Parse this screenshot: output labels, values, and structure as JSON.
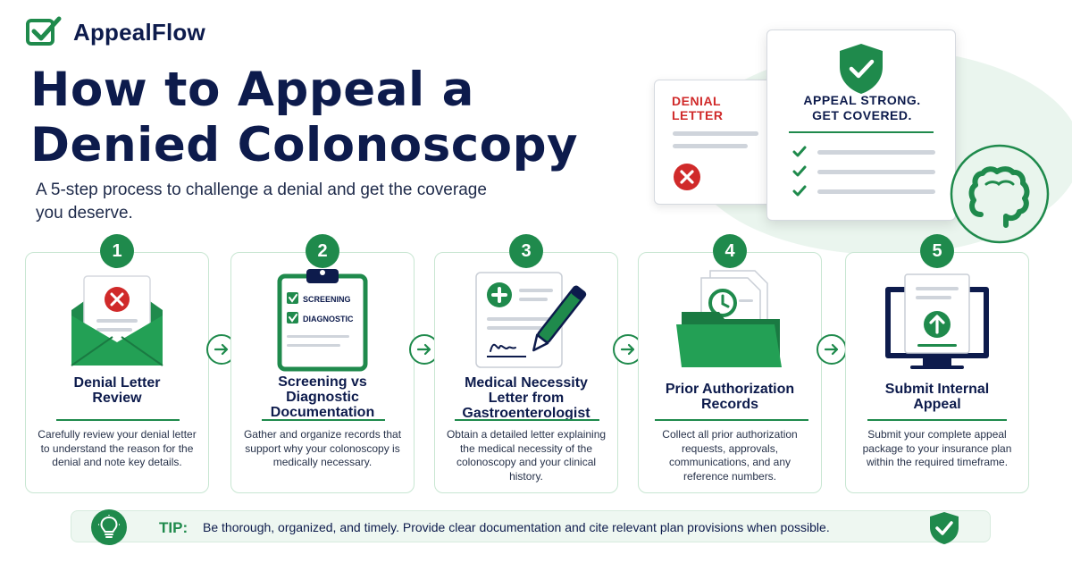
{
  "brand": {
    "name": "AppealFlow"
  },
  "hero": {
    "title_line1": "How to Appeal a",
    "title_line2": "Denied Colonoscopy",
    "subtitle": "A 5-step process to challenge a denial and get the coverage you deserve."
  },
  "illustration": {
    "denial_card": {
      "line1": "DENIAL",
      "line2": "LETTER"
    },
    "appeal_card": {
      "line1": "APPEAL STRONG.",
      "line2": "GET COVERED."
    }
  },
  "steps": [
    {
      "number": "1",
      "title_lines": [
        "Denial Letter",
        "Review"
      ],
      "description": "Carefully review your denial letter to understand the reason for the denial and note key details.",
      "icon": "envelope-denial-icon"
    },
    {
      "number": "2",
      "title_lines": [
        "Screening vs",
        "Diagnostic",
        "Documentation"
      ],
      "description": "Gather and organize records that support why your colonoscopy is medically necessary.",
      "icon": "clipboard-checklist-icon",
      "clipboard_items": [
        "SCREENING",
        "DIAGNOSTIC"
      ]
    },
    {
      "number": "3",
      "title_lines": [
        "Medical Necessity",
        "Letter from",
        "Gastroenterologist"
      ],
      "description": "Obtain a detailed letter explaining the medical necessity of the colonoscopy and your clinical history.",
      "icon": "signed-letter-pen-icon"
    },
    {
      "number": "4",
      "title_lines": [
        "Prior Authorization",
        "Records"
      ],
      "description": "Collect all prior authorization requests, approvals, communications, and any reference numbers.",
      "icon": "folder-clock-icon"
    },
    {
      "number": "5",
      "title_lines": [
        "Submit Internal",
        "Appeal"
      ],
      "description": "Submit your complete appeal package to your insurance plan within the required timeframe.",
      "icon": "monitor-upload-icon"
    }
  ],
  "tip": {
    "label": "TIP:",
    "text": "Be thorough, organized, and timely. Provide clear documentation and cite relevant plan provisions when possible."
  },
  "colors": {
    "primary_green": "#1f8a4c",
    "navy": "#0d1b4c",
    "denial_red": "#d02a2a",
    "light_green_bg": "#eef7f1"
  }
}
